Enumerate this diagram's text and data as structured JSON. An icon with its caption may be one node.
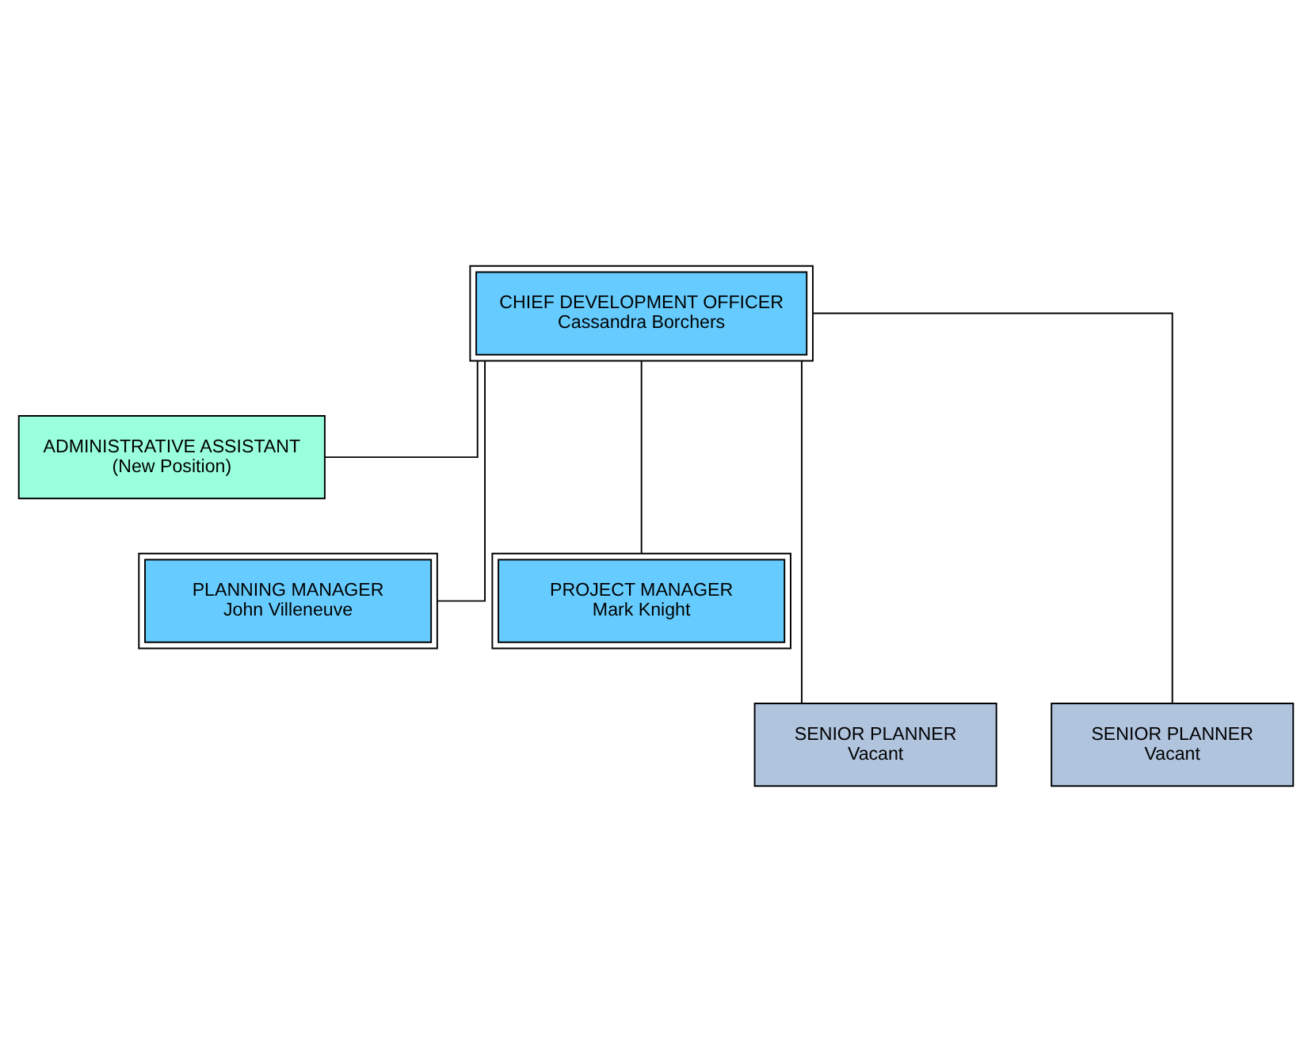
{
  "diagram": {
    "nodes": [
      {
        "text": [
          "CHIEF DEVELOPMENT OFFICER",
          "Cassandra Borchers"
        ]
      },
      {
        "text": [
          "ADMINISTRATIVE ASSISTANT",
          "(New Position)"
        ]
      },
      {
        "text": [
          "PLANNING MANAGER",
          "John Villeneuve"
        ]
      },
      {
        "text": [
          "PROJECT MANAGER",
          "Mark Knight"
        ]
      },
      {
        "text": [
          "SENIOR PLANNER",
          "Vacant"
        ]
      },
      {
        "text": [
          "SENIOR PLANNER",
          "Vacant"
        ]
      }
    ],
    "edges": [
      {
        "from": 0,
        "to": 1,
        "arrow": "none"
      },
      {
        "from": 0,
        "to": 2,
        "arrow": "none"
      },
      {
        "from": 0,
        "to": 3,
        "arrow": "none"
      },
      {
        "from": 0,
        "to": 4,
        "arrow": "none"
      },
      {
        "from": 0,
        "to": 5,
        "arrow": "none"
      }
    ]
  }
}
